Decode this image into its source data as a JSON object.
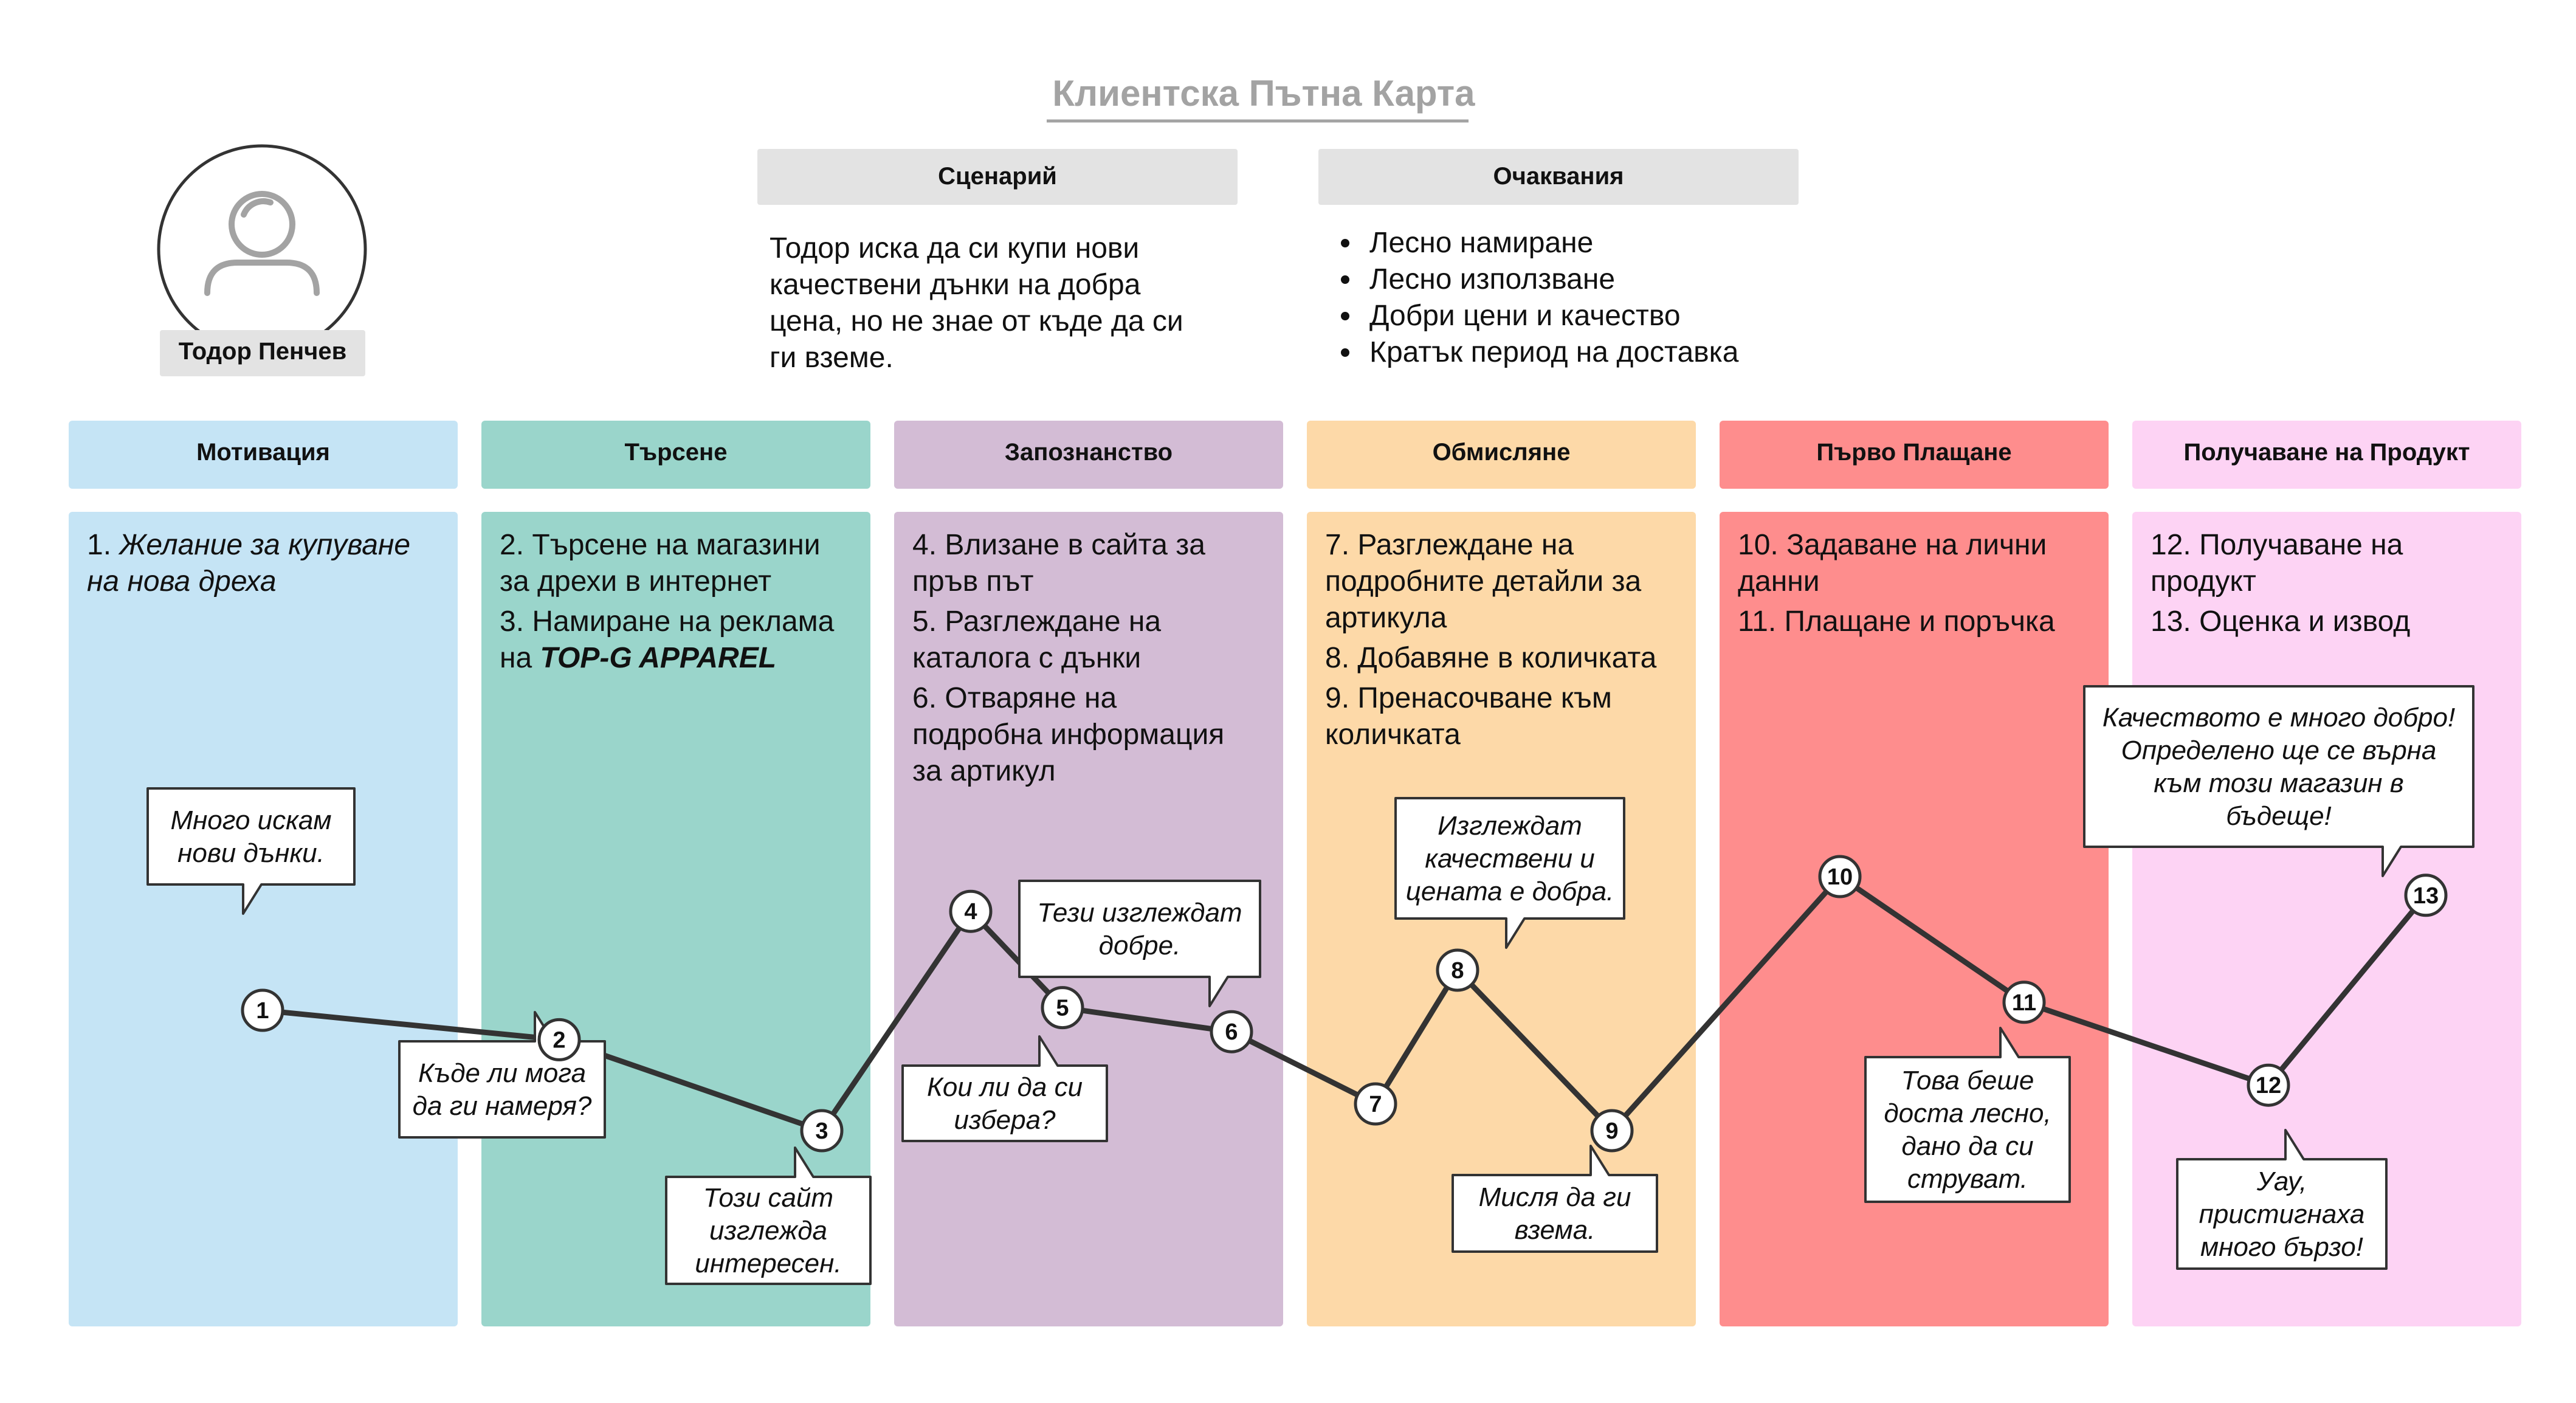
{
  "title": "Клиентска Пътна Карта",
  "persona": {
    "name": "Тодор Пенчев",
    "icon": "user-avatar-icon"
  },
  "scenario": {
    "header": "Сценарий",
    "lines": [
      "Тодор иска да си купи нови",
      "качествени дънки на добра",
      "цена, но не знае от къде да си",
      "ги вземе."
    ]
  },
  "expectations": {
    "header": "Очаквания",
    "items": [
      "Лесно намиране",
      "Лесно използване",
      "Добри цени и качество",
      "Кратък период на доставка"
    ]
  },
  "stages": [
    {
      "name": "Мотивация",
      "header_color": "#c5e4f5",
      "body_color": "#c5e4f5",
      "steps": [
        {
          "lines": [
            "1. Желание за купуване",
            "на нова дреха"
          ]
        }
      ]
    },
    {
      "name": "Търсене",
      "header_color": "#9ad5cb",
      "body_color": "#9ad5cb",
      "steps": [
        {
          "lines": [
            "2. Търсене на магазини",
            "за дрехи в интернет"
          ]
        },
        {
          "lines": [
            "3. Намиране на реклама",
            "на TOP-G APPAREL"
          ]
        }
      ]
    },
    {
      "name": "Запознанство",
      "header_color": "#d3bcd5",
      "body_color": "#d3bcd5",
      "steps": [
        {
          "lines": [
            "4. Влизане в сайта за",
            "пръв път"
          ]
        },
        {
          "lines": [
            "5. Разглеждане на",
            "каталога с дънки"
          ]
        },
        {
          "lines": [
            "6. Отваряне на",
            "подробна информация",
            "за артикул"
          ]
        }
      ]
    },
    {
      "name": "Обмисляне",
      "header_color": "#fdd9a8",
      "body_color": "#fdd9a8",
      "steps": [
        {
          "lines": [
            "7. Разглеждане на",
            "подробните детайли за",
            "артикула"
          ]
        },
        {
          "lines": [
            "8. Добавяне в количката"
          ]
        },
        {
          "lines": [
            "9. Пренасочване към",
            "количката"
          ]
        }
      ]
    },
    {
      "name": "Първо Плащане",
      "header_color": "#fe8d8d",
      "body_color": "#fe8d8d",
      "steps": [
        {
          "lines": [
            "10. Задаване на лични",
            "данни"
          ]
        },
        {
          "lines": [
            "11. Плащане и поръчка"
          ]
        }
      ]
    },
    {
      "name": "Получаване на Продукт",
      "header_color": "#fdd3f4",
      "body_color": "#fdd3f4",
      "steps": [
        {
          "lines": [
            "12. Получаване на",
            "продукт"
          ]
        },
        {
          "lines": [
            "13. Оценка и извод"
          ]
        }
      ]
    }
  ],
  "journey_points": [
    {
      "label": "1",
      "level": 0.45
    },
    {
      "label": "2",
      "level": 0.34
    },
    {
      "label": "3",
      "level": 0.0
    },
    {
      "label": "4",
      "level": 0.82
    },
    {
      "label": "5",
      "level": 0.46
    },
    {
      "label": "6",
      "level": 0.37
    },
    {
      "label": "7",
      "level": 0.1
    },
    {
      "label": "8",
      "level": 0.6
    },
    {
      "label": "9",
      "level": 0.0
    },
    {
      "label": "10",
      "level": 0.95
    },
    {
      "label": "11",
      "level": 0.48
    },
    {
      "label": "12",
      "level": 0.17
    },
    {
      "label": "13",
      "level": 0.88
    }
  ],
  "bubbles": [
    {
      "point": "1",
      "lines": [
        "Много искам",
        "нови дънки."
      ]
    },
    {
      "point": "2",
      "lines": [
        "Къде ли мога",
        "да ги намеря?"
      ]
    },
    {
      "point": "3",
      "lines": [
        "Този сайт",
        "изглежда",
        "интересен."
      ]
    },
    {
      "point": "5",
      "lines": [
        "Кои ли да си",
        "избера?"
      ]
    },
    {
      "point": "6",
      "lines": [
        "Тези изглеждат",
        "добре."
      ]
    },
    {
      "point": "8",
      "lines": [
        "Изглеждат",
        "качествени и",
        "цената е добра."
      ]
    },
    {
      "point": "9",
      "lines": [
        "Мисля да ги",
        "взема."
      ]
    },
    {
      "point": "11",
      "lines": [
        "Това беше",
        "доста лесно,",
        "дано да си",
        "струват."
      ]
    },
    {
      "point": "12",
      "lines": [
        "Уау,",
        "пристигнаха",
        "много бързо!"
      ]
    },
    {
      "point": "13",
      "lines": [
        "Качеството е много добро!",
        "Определено ще се върна",
        "към този магазин в",
        "бъдеще!"
      ]
    }
  ],
  "colors": {
    "line": "#333333",
    "header_box": "#e3e3e3",
    "title": "#a3a3a3"
  }
}
